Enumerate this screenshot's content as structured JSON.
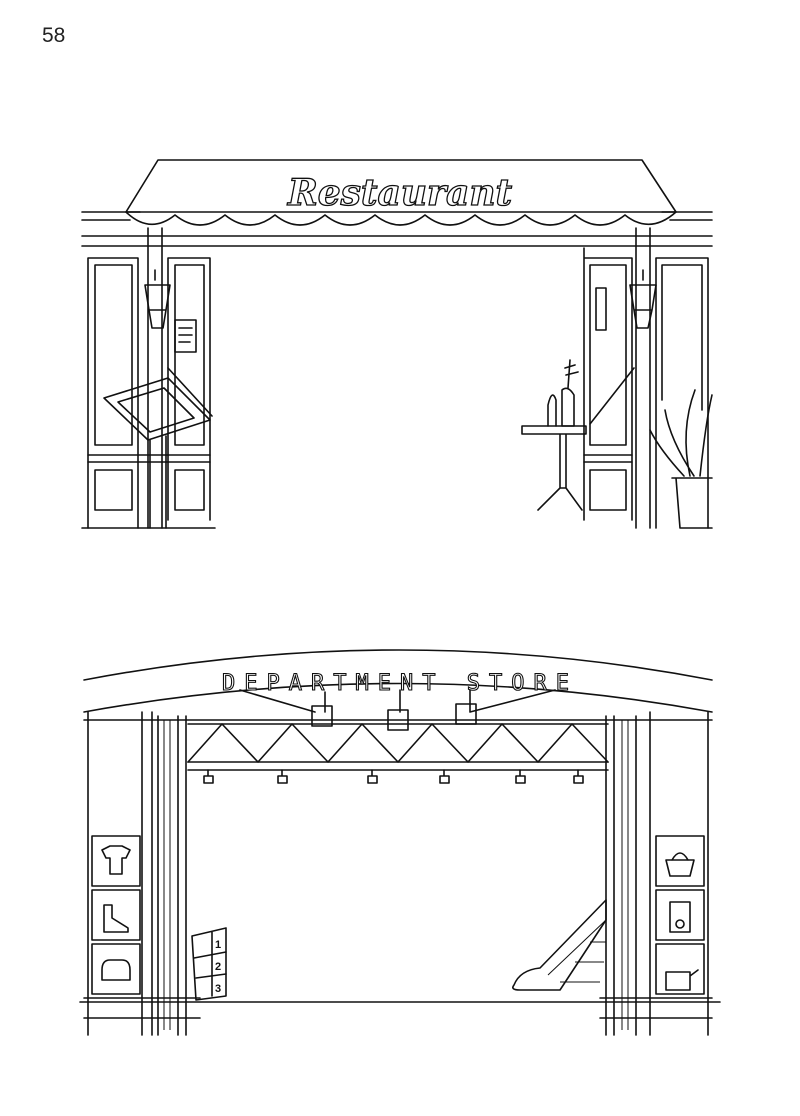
{
  "page_number": "58",
  "restaurant": {
    "sign": "Restaurant"
  },
  "department_store": {
    "sign": "DEPARTMENT STORE",
    "floor_directory": [
      "1",
      "2",
      "3"
    ]
  }
}
